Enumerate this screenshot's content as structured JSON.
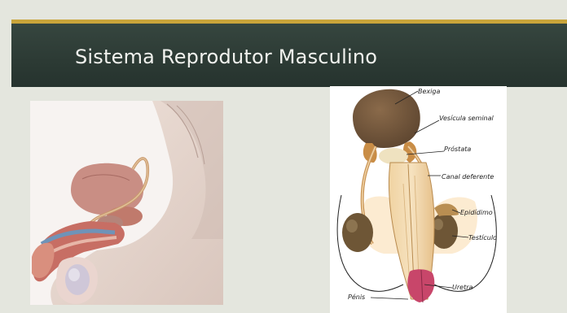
{
  "slide": {
    "title": "Sistema Reprodutor Masculino"
  },
  "diagram": {
    "labels": {
      "bexiga": "Bexiga",
      "vesicula_seminal": "Vesícula seminal",
      "prostata": "Próstata",
      "canal_deferente": "Canal deferente",
      "epididimo": "Epidídimo",
      "testiculo": "Testículo",
      "uretra": "Uretra",
      "penis": "Pénis"
    }
  },
  "colors": {
    "title_band": "#2c3a34",
    "accent_bar": "#c9a43a",
    "background": "#e4e6de"
  }
}
